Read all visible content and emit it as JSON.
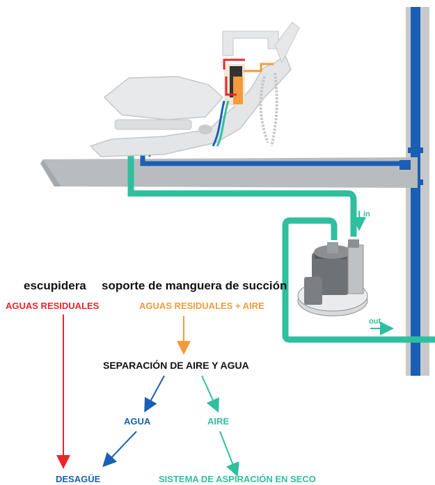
{
  "labels": {
    "spittoon_title": "escupidera",
    "spittoon_flow": "AGUAS RESIDUALES",
    "holder_title": "soporte de manguera de succión",
    "holder_flow": "AGUAS RESIDUALES + AIRE",
    "separation": "SEPARACIÓN DE AIRE Y AGUA",
    "water": "AGUA",
    "air": "AIRE",
    "drain": "DESAGÜE",
    "dry_system": "SISTEMA DE ASPIRACIÓN EN SECO",
    "pipe_in": "in",
    "pipe_out": "out"
  },
  "colors": {
    "red": "#e8262b",
    "orange": "#f39a3c",
    "blue": "#1a5fb4",
    "teal": "#2fbf9f",
    "black": "#111111",
    "gray_slab": "#b9bcbe",
    "gray_chair": "#e4e5e6"
  },
  "icons": [
    "dental-chair-illustration",
    "suction-motor-illustration",
    "vertical-drain-pipe",
    "floor-slab"
  ]
}
